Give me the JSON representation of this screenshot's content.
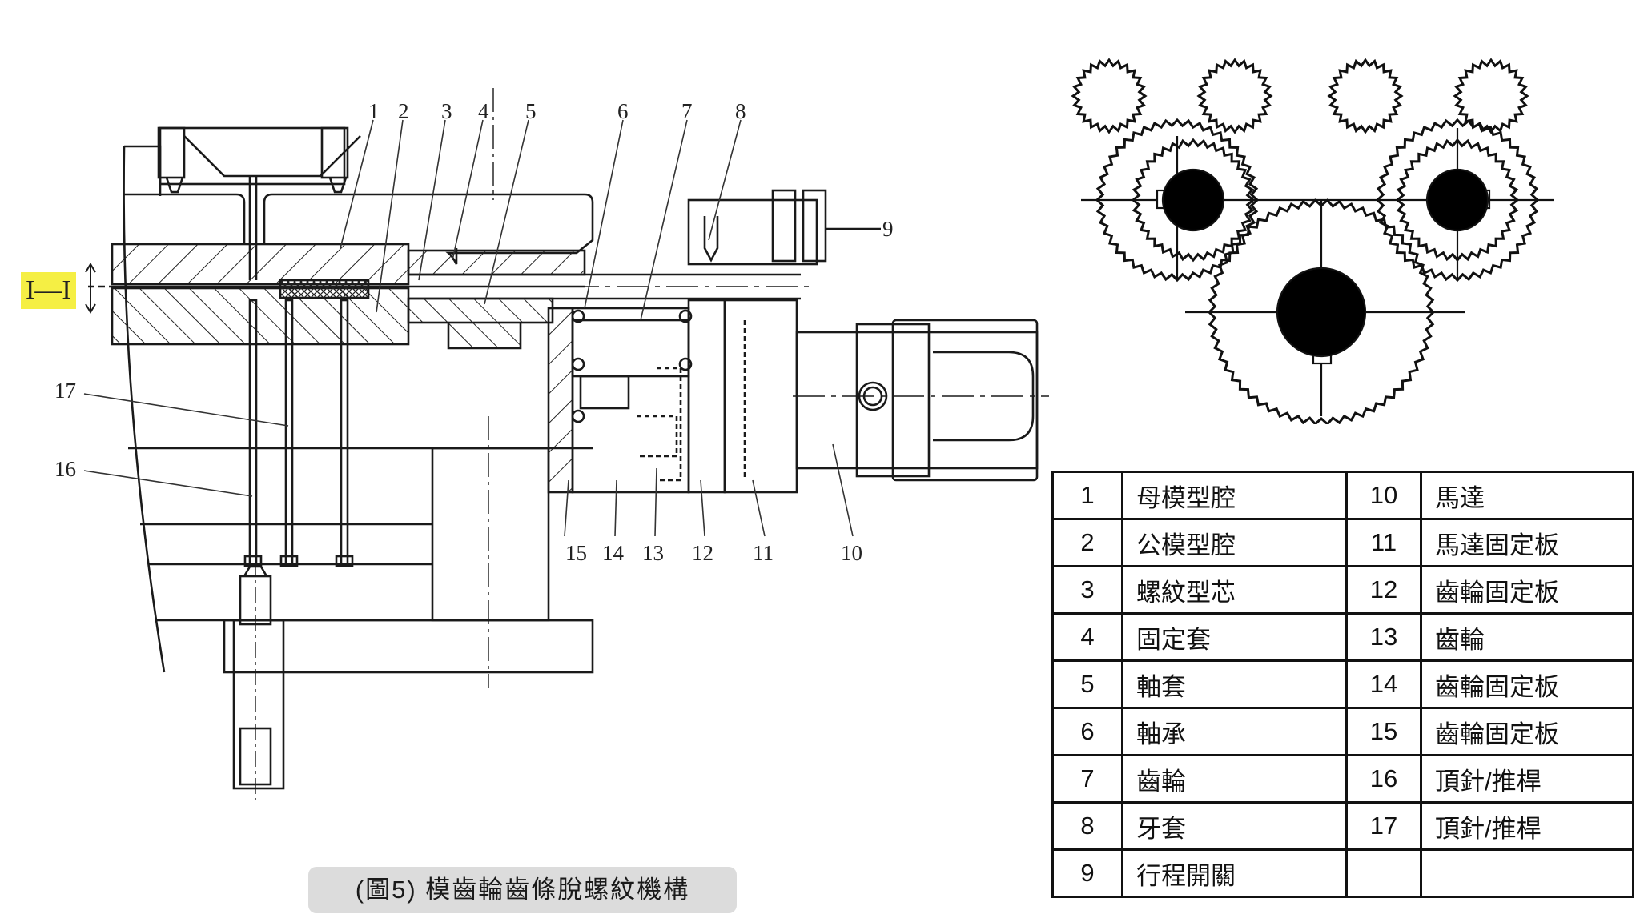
{
  "figure": {
    "caption": "(圖5) 模齒輪齒條脫螺紋機構",
    "section_marker": "I—I",
    "callouts": [
      "1",
      "2",
      "3",
      "4",
      "5",
      "6",
      "7",
      "8",
      "9",
      "10",
      "11",
      "12",
      "13",
      "14",
      "15",
      "16",
      "17"
    ]
  },
  "parts_table": {
    "rows": [
      {
        "num": "1",
        "name": "母模型腔",
        "num2": "10",
        "name2": "馬達"
      },
      {
        "num": "2",
        "name": "公模型腔",
        "num2": "11",
        "name2": "馬達固定板"
      },
      {
        "num": "3",
        "name": "螺紋型芯",
        "num2": "12",
        "name2": "齒輪固定板"
      },
      {
        "num": "4",
        "name": "固定套",
        "num2": "13",
        "name2": "齒輪"
      },
      {
        "num": "5",
        "name": "軸套",
        "num2": "14",
        "name2": "齒輪固定板"
      },
      {
        "num": "6",
        "name": "軸承",
        "num2": "15",
        "name2": "齒輪固定板"
      },
      {
        "num": "7",
        "name": "齒輪",
        "num2": "16",
        "name2": "頂針/推桿"
      },
      {
        "num": "8",
        "name": "牙套",
        "num2": "17",
        "name2": "頂針/推桿"
      },
      {
        "num": "9",
        "name": "行程開關",
        "num2": "",
        "name2": ""
      }
    ]
  },
  "colors": {
    "highlight": "#f5ef44",
    "caption_bg": "#dcdcdc",
    "line": "#111111"
  }
}
